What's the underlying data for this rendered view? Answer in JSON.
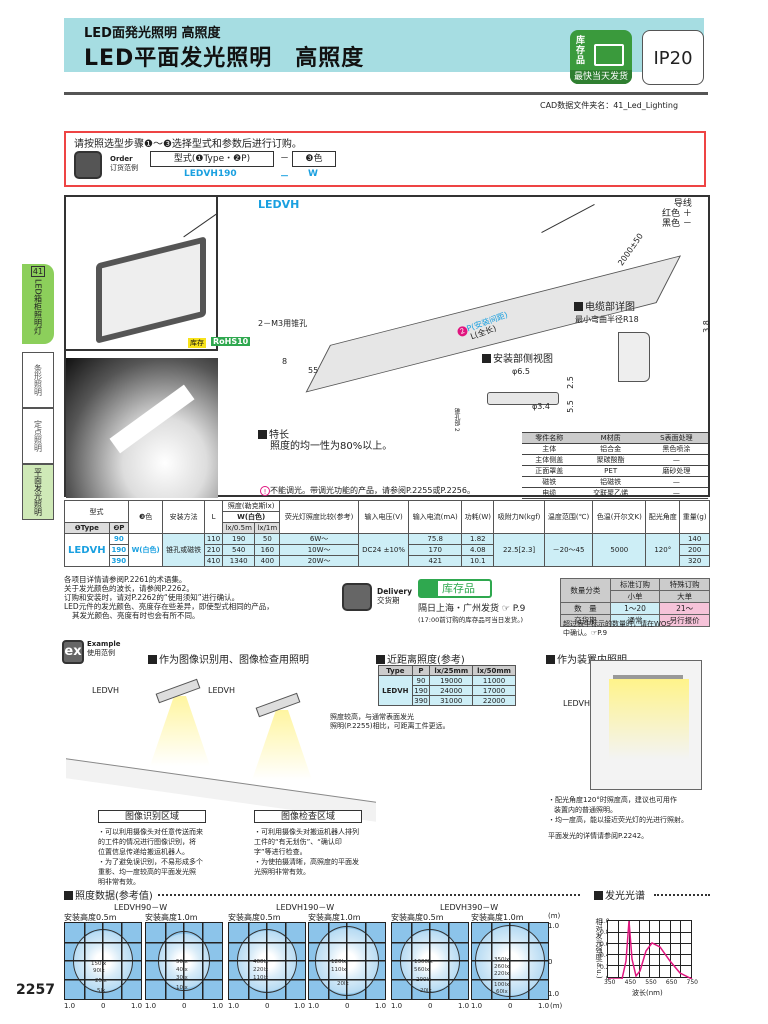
{
  "header": {
    "subtitle": "LED面発光照明 高照度",
    "title": "LED平面发光照明　高照度",
    "stock_badge": {
      "label_top": "库存品",
      "label_bottom": "最快当天发货"
    },
    "ip_rating": "IP20",
    "cad_folder": "CAD数据文件夹名：41_Led_Lighting"
  },
  "side_nav": {
    "chapter_num": "41",
    "chapter_label": "LED箱柜照明灯",
    "items": [
      {
        "label": "条形照明",
        "active": false
      },
      {
        "label": "定点照明",
        "active": false
      },
      {
        "label": "平面发光照明",
        "active": true
      }
    ]
  },
  "order": {
    "instruction": "请按照选型步骤❶～❸选择型式和参数后进行订购。",
    "order_en": "Order",
    "order_cn": "订货范例",
    "field1_label": "型式(❶Type・❷P)",
    "dash": "－",
    "field2_label": "❸色",
    "example_type": "LEDVH190",
    "example_color": "W"
  },
  "product": {
    "badges": {
      "kc": "库存",
      "rohs": "RoHS10"
    },
    "drawing_title": "LEDVH",
    "lead_wire": [
      "导线",
      "红色 ＋",
      "黑色 －"
    ],
    "dims": {
      "cable_len": "2000±50",
      "hole": "2－M3用锥孔",
      "height": "8",
      "width": "55",
      "p_label": "P(安装间距)",
      "l_label": "L(全长)",
      "cable_detail_title": "电缆部详图",
      "bend_radius": "最小弯曲半径R18",
      "cable_dim": "3.8",
      "side_view_title": "安装部侧视图",
      "phi1": "φ6.5",
      "phi2": "φ3.4",
      "d1": "2.5",
      "d2": "5.5",
      "countersink": "锥孔部 2"
    },
    "feature_title": "特长",
    "feature_text": "照度的均一性为80%以上。",
    "dimming_note": "不能调光。带调光功能的产品，请参阅P.2255或P.2256。",
    "parts_table": {
      "headers": [
        "零件名称",
        "M材质",
        "S表面处理"
      ],
      "rows": [
        [
          "主体",
          "铝合金",
          "黑色喷涂"
        ],
        [
          "主体侧盖",
          "聚碳酸酯",
          "—"
        ],
        [
          "正面罩盖",
          "PET",
          "磨砂处理"
        ],
        [
          "磁铁",
          "铝磁铁",
          "—"
        ],
        [
          "电缆",
          "交联聚乙烯",
          "—"
        ]
      ]
    }
  },
  "spec_table": {
    "h_model": "型式",
    "h_type": "❶Type",
    "h_p": "❷P",
    "h_color": "❸色",
    "h_mount": "安装方法",
    "h_l": "L",
    "h_lux": "照度(勒克斯lx)",
    "h_lux_w": "W(白色)",
    "h_lux05": "lx/0.5m",
    "h_lux1": "lx/1m",
    "h_fluor": "荧光灯照度比较(参考)",
    "h_volt": "输入电压(V)",
    "h_curr": "输入电流(mA)",
    "h_power": "功耗(W)",
    "h_force": "吸附力N(kgf)",
    "h_temp": "温度范围(℃)",
    "h_ct": "色温(开尔文K)",
    "h_angle": "配光角度",
    "h_weight": "重量(g)",
    "type": "LEDVH",
    "color": "W(白色)",
    "mount": "锥孔或磁铁",
    "voltage": "DC24 ±10%",
    "force": "22.5[2.3]",
    "temp": "－20～45",
    "ct": "5000",
    "angle": "120°",
    "rows": [
      {
        "p": "90",
        "l": "110",
        "lx05": "190",
        "lx1": "50",
        "fl": "6W～",
        "ma": "75.8",
        "w": "1.82",
        "g": "140"
      },
      {
        "p": "190",
        "l": "210",
        "lx05": "540",
        "lx1": "160",
        "fl": "10W～",
        "ma": "170",
        "w": "4.08",
        "g": "200"
      },
      {
        "p": "390",
        "l": "410",
        "lx05": "1340",
        "lx1": "400",
        "fl": "20W～",
        "ma": "421",
        "w": "10.1",
        "g": "320"
      }
    ]
  },
  "notes": [
    "各项目详情请参阅P.2261的术语集。",
    "关于发光颜色的波长，请参阅P.2262。",
    "订购和安装时，请对P.2262的“使用须知”进行确认。",
    "LED元件的发光颜色、亮度存在些差异，即使型式相同的产品，",
    "其发光颜色、亮度有时也会有所不同。"
  ],
  "delivery": {
    "en": "Delivery",
    "cn": "交货期",
    "stock_label": "库存品",
    "ship": "隔日上海・广州发货 ☞ P.9",
    "ship_note": "(17:00前订购的库存品可当日发货。)"
  },
  "qty_table": {
    "h_cat": "数量分类",
    "h_std": "标准订购",
    "h_std_sub": "小单",
    "h_sp": "特殊订购",
    "h_sp_sub": "大单",
    "r_qty": "数　量",
    "r_qty_std": "1～20",
    "r_qty_sp": "21～",
    "r_del": "交货期",
    "r_del_std": "通常",
    "r_del_sp": "另行报价",
    "note": "超过表中标示的数量时，请在WOS中确认。☞P.9"
  },
  "example": {
    "en": "Example",
    "cn": "使用范例",
    "section1": "作为图像识别用、图像检查用照明",
    "ledvh_label": "LEDVH",
    "zone1": "图像识别区域",
    "zone1_text": [
      "・可以利用摄像头对任意传送而来",
      "的工件的情况进行图像识别，将",
      "位置信息传递给搬运机器人。",
      "・为了避免误识别，不易形成多个",
      "重影、均一度较高的平面发光照",
      "明非常有效。"
    ],
    "zone2": "图像检查区域",
    "zone2_text": [
      "・可利用摄像头对搬运机器人排列",
      "工件的“有无划伤”、“确认印",
      "字”等进行检查。",
      "・为使拍摄清晰，高照度的平面发",
      "光照明非常有效。"
    ],
    "near_title": "近距离照度(参考)",
    "near_table": {
      "headers": [
        "Type",
        "P",
        "lx/25mm",
        "lx/50mm"
      ],
      "type": "LEDVH",
      "rows": [
        [
          "90",
          "19000",
          "11000"
        ],
        [
          "190",
          "24000",
          "17000"
        ],
        [
          "390",
          "31000",
          "22000"
        ]
      ]
    },
    "near_note": [
      "照度较高，与通常表面发光",
      "照明(P.2255)相比，可距离工件更远。"
    ],
    "section2": "作为装置内照明",
    "inner_notes": [
      "・配光角度120°时照度高，建议也可用作",
      "装置内的普通照明。",
      "・均一度高，能以接近荧光灯的光进行照射。"
    ],
    "inner_ref": "平面发光的详情请参阅P.2242。"
  },
  "illuminance": {
    "title": "照度数据(参考值)",
    "groups": [
      {
        "model": "LEDVH90－W",
        "h05": "安装高度0.5m",
        "h1": "安装高度1.0m",
        "v05": [
          "150lx",
          "90lx",
          "25lx",
          "5lx"
        ],
        "v1": [
          "50lx",
          "40lx",
          "30lx",
          "10lx"
        ]
      },
      {
        "model": "LEDVH190－W",
        "h05": "安装高度0.5m",
        "h1": "安装高度1.0m",
        "v05": [
          "460lx",
          "220lx",
          "110lx"
        ],
        "v1": [
          "120lx",
          "110lx",
          "20lx"
        ]
      },
      {
        "model": "LEDVH390－W",
        "h05": "安装高度0.5m",
        "h1": "安装高度1.0m",
        "v05": [
          "1300lx",
          "560lx",
          "200lx",
          "20lx"
        ],
        "v1": [
          "350lx",
          "260lx",
          "220lx",
          "100lx",
          "60lx"
        ]
      }
    ],
    "axis": {
      "left": "1.0",
      "mid": "0",
      "right": "1.0",
      "unit": "(m)"
    }
  },
  "spectrum": {
    "title": "发光光谱",
    "ylabel": "相对发光强度(a.u.)",
    "xlabel": "波长(nm)",
    "yticks": [
      "1.0",
      "0.8",
      "0.6",
      "0.4",
      "0.2",
      "0"
    ],
    "xticks": [
      "350",
      "450",
      "550",
      "650",
      "750"
    ]
  },
  "page_number": "2257"
}
